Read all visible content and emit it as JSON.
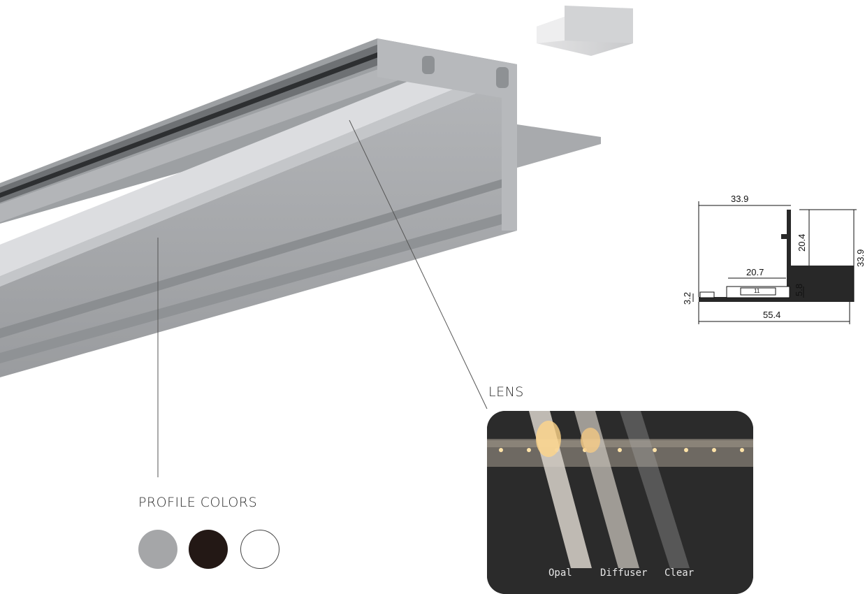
{
  "labels": {
    "lens": "LENS",
    "profile_colors": "PROFILE COLORS"
  },
  "profile_colors": [
    {
      "name": "silver",
      "color": "#a5a6a8"
    },
    {
      "name": "black",
      "color": "#231815"
    },
    {
      "name": "white",
      "color": "#ffffff"
    }
  ],
  "lens_types": [
    "Opal",
    "Diffuser",
    "Clear"
  ],
  "dimensions": {
    "top_width": "33.9",
    "upper_height": "20.4",
    "total_height": "33.9",
    "channel_width": "20.7",
    "inner_channel": "11",
    "channel_depth": "5.8",
    "base_thickness": "3.2",
    "total_width": "55.4"
  }
}
